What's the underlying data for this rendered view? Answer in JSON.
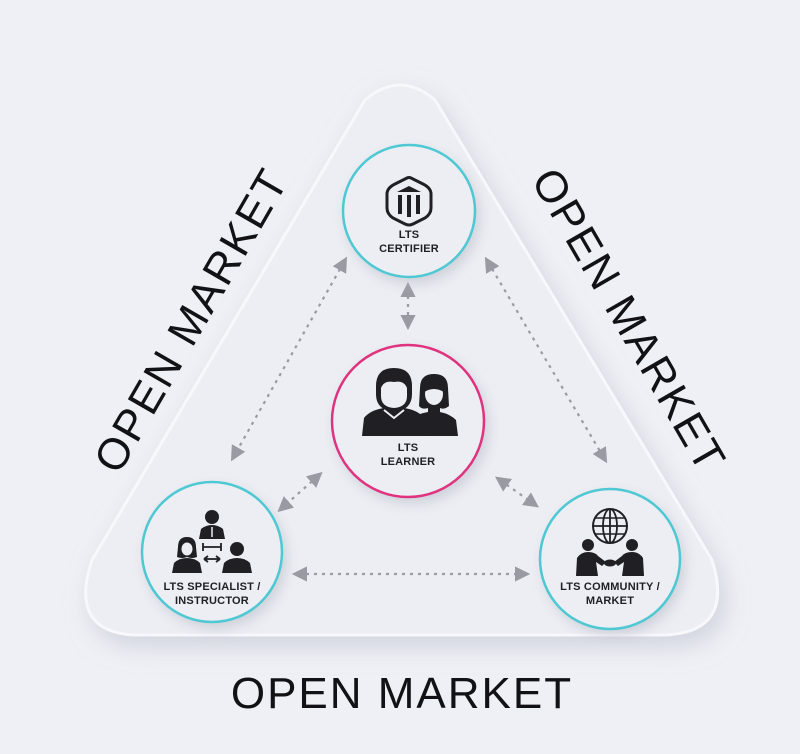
{
  "side_labels": {
    "left": "OPEN MARKET",
    "right": "OPEN MARKET",
    "bottom": "OPEN MARKET"
  },
  "nodes": {
    "certifier": {
      "line1": "LTS",
      "line2": "CERTIFIER",
      "icon": "pillar-building-icon",
      "ring_color": "#4ec8d2"
    },
    "learner": {
      "line1": "LTS",
      "line2": "LEARNER",
      "icon": "people-pair-icon",
      "ring_color": "#e0337f"
    },
    "specialist": {
      "line1": "LTS SPECIALIST /",
      "line2": "INSTRUCTOR",
      "icon": "team-exchange-icon",
      "ring_color": "#4ec8d2"
    },
    "community": {
      "line1": "LTS COMMUNITY /",
      "line2": "MARKET",
      "icon": "globe-handshake-icon",
      "ring_color": "#4ec8d2"
    }
  },
  "colors": {
    "background": "#eef0f5",
    "triangle_fill": "#eceef3",
    "connector": "#9a9aa2",
    "text": "#1f1f24"
  }
}
